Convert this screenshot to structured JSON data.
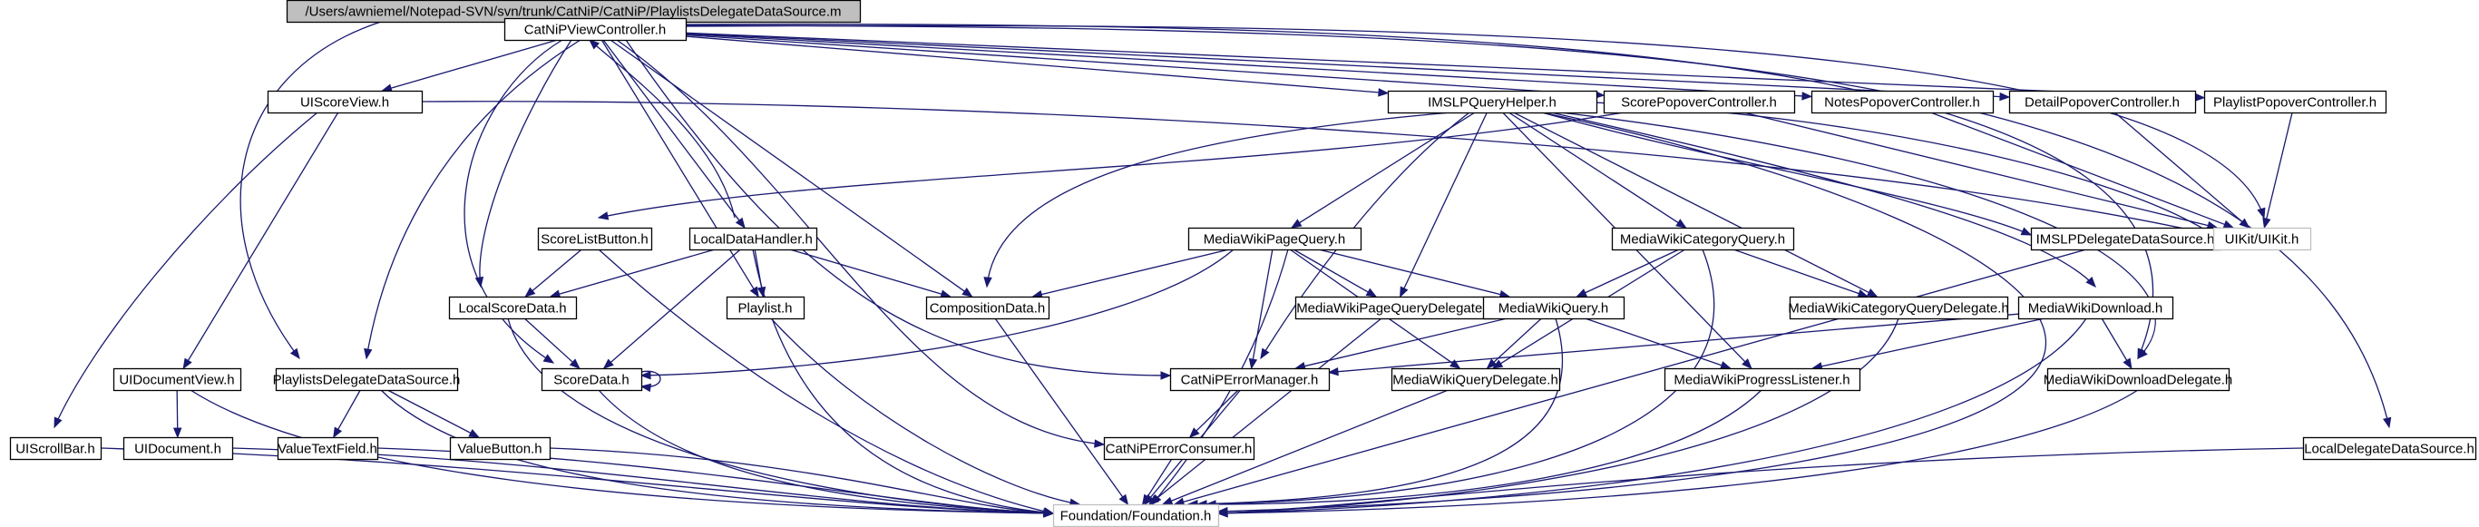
{
  "nodes": [
    {
      "id": "root",
      "label": "/Users/awniemel/Notepad-SVN/svn/trunk/CatNiP/CatNiP/PlaylistsDelegateDataSource.m",
      "style": "root"
    },
    {
      "id": "catnipvc",
      "label": "CatNiPViewController.h"
    },
    {
      "id": "uiscoreview",
      "label": "UIScoreView.h"
    },
    {
      "id": "imslp",
      "label": "IMSLPQueryHelper.h"
    },
    {
      "id": "scorepopover",
      "label": "ScorePopoverController.h"
    },
    {
      "id": "notespopover",
      "label": "NotesPopoverController.h"
    },
    {
      "id": "detailpopover",
      "label": "DetailPopoverController.h"
    },
    {
      "id": "playlistpopover",
      "label": "PlaylistPopoverController.h"
    },
    {
      "id": "scorelistbutton",
      "label": "ScoreListButton.h"
    },
    {
      "id": "localdatahandler",
      "label": "LocalDataHandler.h"
    },
    {
      "id": "mwpagequery",
      "label": "MediaWikiPageQuery.h"
    },
    {
      "id": "mwcategoryquery",
      "label": "MediaWikiCategoryQuery.h"
    },
    {
      "id": "imslpdelegate",
      "label": "IMSLPDelegateDataSource.h"
    },
    {
      "id": "uikit",
      "label": "UIKit/UIKit.h",
      "style": "ext"
    },
    {
      "id": "localscoredata",
      "label": "LocalScoreData.h"
    },
    {
      "id": "playlist",
      "label": "Playlist.h"
    },
    {
      "id": "compositiondata",
      "label": "CompositionData.h"
    },
    {
      "id": "mwpagequerydelegate",
      "label": "MediaWikiPageQueryDelegate.h"
    },
    {
      "id": "mwquery",
      "label": "MediaWikiQuery.h"
    },
    {
      "id": "mwcategoryquerydelegate",
      "label": "MediaWikiCategoryQueryDelegate.h"
    },
    {
      "id": "mwdownload",
      "label": "MediaWikiDownload.h"
    },
    {
      "id": "uidocumentview",
      "label": "UIDocumentView.h"
    },
    {
      "id": "playlistsdelegate",
      "label": "PlaylistsDelegateDataSource.h"
    },
    {
      "id": "scoredata",
      "label": "ScoreData.h"
    },
    {
      "id": "errormanager",
      "label": "CatNiPErrorManager.h"
    },
    {
      "id": "mwquerydelegate",
      "label": "MediaWikiQueryDelegate.h"
    },
    {
      "id": "mwprogress",
      "label": "MediaWikiProgressListener.h"
    },
    {
      "id": "mwdownloaddelegate",
      "label": "MediaWikiDownloadDelegate.h"
    },
    {
      "id": "uiscrollbar",
      "label": "UIScrollBar.h"
    },
    {
      "id": "uidocument",
      "label": "UIDocument.h"
    },
    {
      "id": "valuetextfield",
      "label": "ValueTextField.h"
    },
    {
      "id": "valuebutton",
      "label": "ValueButton.h"
    },
    {
      "id": "errorconsumer",
      "label": "CatNiPErrorConsumer.h"
    },
    {
      "id": "localdelegate",
      "label": "LocalDelegateDataSource.h"
    },
    {
      "id": "foundation",
      "label": "Foundation/Foundation.h",
      "style": "ext"
    }
  ],
  "edges": [
    [
      "root",
      "catnipvc"
    ],
    [
      "root",
      "playlistsdelegate"
    ],
    [
      "catnipvc",
      "uiscoreview"
    ],
    [
      "catnipvc",
      "imslp"
    ],
    [
      "catnipvc",
      "scorepopover"
    ],
    [
      "catnipvc",
      "notespopover"
    ],
    [
      "catnipvc",
      "detailpopover"
    ],
    [
      "catnipvc",
      "playlistpopover"
    ],
    [
      "catnipvc",
      "uikit"
    ],
    [
      "catnipvc",
      "localdatahandler"
    ],
    [
      "catnipvc",
      "localscoredata"
    ],
    [
      "catnipvc",
      "scoredata"
    ],
    [
      "catnipvc",
      "playlist"
    ],
    [
      "catnipvc",
      "compositiondata"
    ],
    [
      "catnipvc",
      "errormanager"
    ],
    [
      "catnipvc",
      "errorconsumer"
    ],
    [
      "catnipvc",
      "playlistsdelegate"
    ],
    [
      "catnipvc",
      "localdelegate"
    ],
    [
      "catnipvc",
      "mwdownloaddelegate"
    ],
    [
      "uiscoreview",
      "uikit"
    ],
    [
      "uiscoreview",
      "uidocumentview"
    ],
    [
      "uiscoreview",
      "uiscrollbar"
    ],
    [
      "uidocumentview",
      "uidocument"
    ],
    [
      "uidocumentview",
      "foundation"
    ],
    [
      "imslp",
      "mwpagequery"
    ],
    [
      "imslp",
      "mwcategoryquery"
    ],
    [
      "imslp",
      "imslpdelegate"
    ],
    [
      "imslp",
      "uikit"
    ],
    [
      "imslp",
      "compositiondata"
    ],
    [
      "imslp",
      "mwpagequerydelegate"
    ],
    [
      "imslp",
      "errormanager"
    ],
    [
      "imslp",
      "mwcategoryquerydelegate"
    ],
    [
      "imslp",
      "mwdownload"
    ],
    [
      "imslp",
      "mwprogress"
    ],
    [
      "imslp",
      "mwdownloaddelegate"
    ],
    [
      "imslp",
      "foundation"
    ],
    [
      "scorepopover",
      "uikit"
    ],
    [
      "scorepopover",
      "scorelistbutton"
    ],
    [
      "notespopover",
      "uikit"
    ],
    [
      "detailpopover",
      "uikit"
    ],
    [
      "playlistpopover",
      "uikit"
    ],
    [
      "scorelistbutton",
      "localscoredata"
    ],
    [
      "scorelistbutton",
      "foundation"
    ],
    [
      "localdatahandler",
      "catnipvc"
    ],
    [
      "localdatahandler",
      "localscoredata"
    ],
    [
      "localdatahandler",
      "playlist"
    ],
    [
      "localdatahandler",
      "compositiondata"
    ],
    [
      "localdatahandler",
      "scoredata"
    ],
    [
      "localdatahandler",
      "foundation"
    ],
    [
      "localscoredata",
      "scoredata"
    ],
    [
      "localscoredata",
      "foundation"
    ],
    [
      "scoredata",
      "scoredata"
    ],
    [
      "scoredata",
      "foundation"
    ],
    [
      "playlist",
      "foundation"
    ],
    [
      "compositiondata",
      "foundation"
    ],
    [
      "mwpagequery",
      "mwpagequerydelegate"
    ],
    [
      "mwpagequery",
      "mwquery"
    ],
    [
      "mwpagequery",
      "compositiondata"
    ],
    [
      "mwpagequery",
      "scoredata"
    ],
    [
      "mwpagequery",
      "errormanager"
    ],
    [
      "mwpagequery",
      "mwquerydelegate"
    ],
    [
      "mwpagequery",
      "foundation"
    ],
    [
      "mwcategoryquery",
      "mwquery"
    ],
    [
      "mwcategoryquery",
      "mwcategoryquerydelegate"
    ],
    [
      "mwcategoryquery",
      "mwquerydelegate"
    ],
    [
      "mwcategoryquery",
      "foundation"
    ],
    [
      "mwquery",
      "errormanager"
    ],
    [
      "mwquery",
      "mwquerydelegate"
    ],
    [
      "mwquery",
      "mwprogress"
    ],
    [
      "mwquery",
      "foundation"
    ],
    [
      "mwpagequerydelegate",
      "foundation"
    ],
    [
      "mwcategoryquerydelegate",
      "foundation"
    ],
    [
      "mwdownload",
      "errormanager"
    ],
    [
      "mwdownload",
      "mwprogress"
    ],
    [
      "mwdownload",
      "mwdownloaddelegate"
    ],
    [
      "mwdownload",
      "foundation"
    ],
    [
      "imslpdelegate",
      "foundation"
    ],
    [
      "errormanager",
      "errorconsumer"
    ],
    [
      "errormanager",
      "foundation"
    ],
    [
      "errorconsumer",
      "foundation"
    ],
    [
      "mwquerydelegate",
      "foundation"
    ],
    [
      "mwprogress",
      "foundation"
    ],
    [
      "mwdownloaddelegate",
      "foundation"
    ],
    [
      "playlistsdelegate",
      "valuetextfield"
    ],
    [
      "playlistsdelegate",
      "valuebutton"
    ],
    [
      "playlistsdelegate",
      "foundation"
    ],
    [
      "valuetextfield",
      "foundation"
    ],
    [
      "valuebutton",
      "foundation"
    ],
    [
      "uiscrollbar",
      "foundation"
    ],
    [
      "uidocument",
      "foundation"
    ],
    [
      "localdelegate",
      "foundation"
    ]
  ],
  "colors": {
    "edge": "#191970",
    "root_fill": "#bfbfbf",
    "external_border": "#bfbfbf"
  }
}
